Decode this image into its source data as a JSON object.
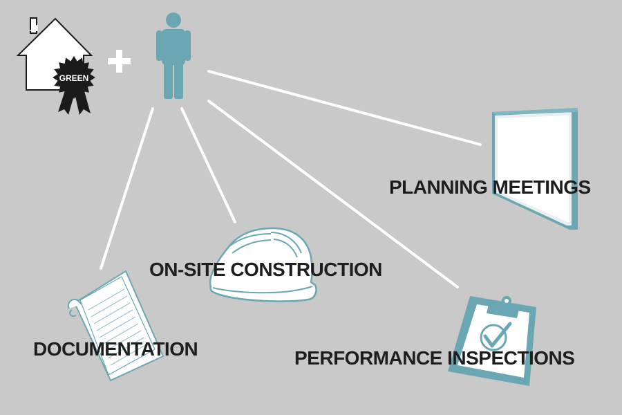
{
  "badge": {
    "text": "GREEN"
  },
  "nodes": {
    "planning": {
      "label": "PLANNING MEETINGS"
    },
    "construction": {
      "label": "ON-SITE CONSTRUCTION"
    },
    "documentation": {
      "label": "DOCUMENTATION"
    },
    "inspections": {
      "label": "PERFORMANCE INSPECTIONS"
    }
  },
  "icons": [
    "house-icon",
    "ribbon-badge-icon",
    "plus-icon",
    "person-icon",
    "monitor-icon",
    "hard-hat-icon",
    "document-scroll-icon",
    "clipboard-icon"
  ],
  "colors": {
    "background": "#c9c9c9",
    "teal": "#6aa7b3",
    "connector": "#ffffff",
    "text": "#1e1e1e",
    "badge": "#1b1b1b"
  }
}
